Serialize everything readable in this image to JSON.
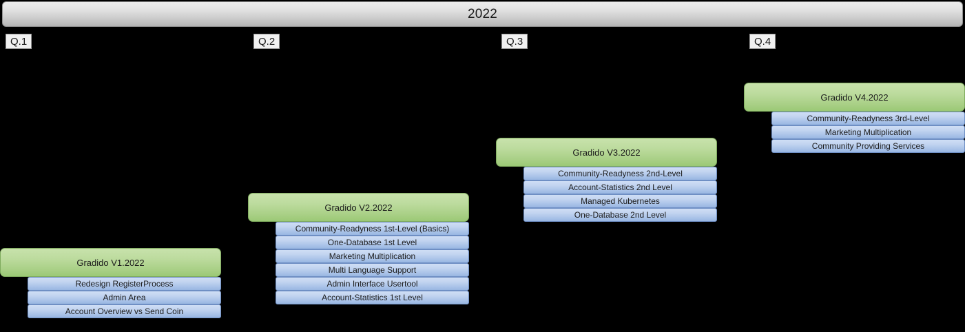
{
  "timeline": {
    "year_label": "2022",
    "quarters": [
      {
        "label": "Q.1"
      },
      {
        "label": "Q.2"
      },
      {
        "label": "Q.3"
      },
      {
        "label": "Q.4"
      }
    ]
  },
  "colors": {
    "background": "#000000",
    "year_bar_top": "#ededed",
    "year_bar_bottom": "#b4b4b4",
    "release_header_top": "#c8e2ac",
    "release_header_bottom": "#9bc975",
    "release_header_border": "#7fab5e",
    "release_item_top": "#cfdef5",
    "release_item_bottom": "#98b6e2",
    "release_item_border": "#6f8fc4",
    "quarter_label_bg": "#f1f1f1",
    "text": "#1c1c1c"
  },
  "releases": [
    {
      "quarter": "Q.1",
      "title": "Gradido V1.2022",
      "items": [
        "Redesign RegisterProcess",
        "Admin Area",
        "Account Overview vs Send Coin"
      ]
    },
    {
      "quarter": "Q.2",
      "title": "Gradido V2.2022",
      "items": [
        "Community-Readyness 1st-Level (Basics)",
        "One-Database 1st Level",
        "Marketing Multiplication",
        "Multi Language Support",
        "Admin Interface Usertool",
        "Account-Statistics 1st Level"
      ]
    },
    {
      "quarter": "Q.3",
      "title": "Gradido V3.2022",
      "items": [
        "Community-Readyness 2nd-Level",
        "Account-Statistics 2nd Level",
        "Managed Kubernetes",
        "One-Database 2nd Level"
      ]
    },
    {
      "quarter": "Q.4",
      "title": "Gradido V4.2022",
      "items": [
        "Community-Readyness 3rd-Level",
        "Marketing Multiplication",
        "Community Providing Services"
      ]
    }
  ]
}
